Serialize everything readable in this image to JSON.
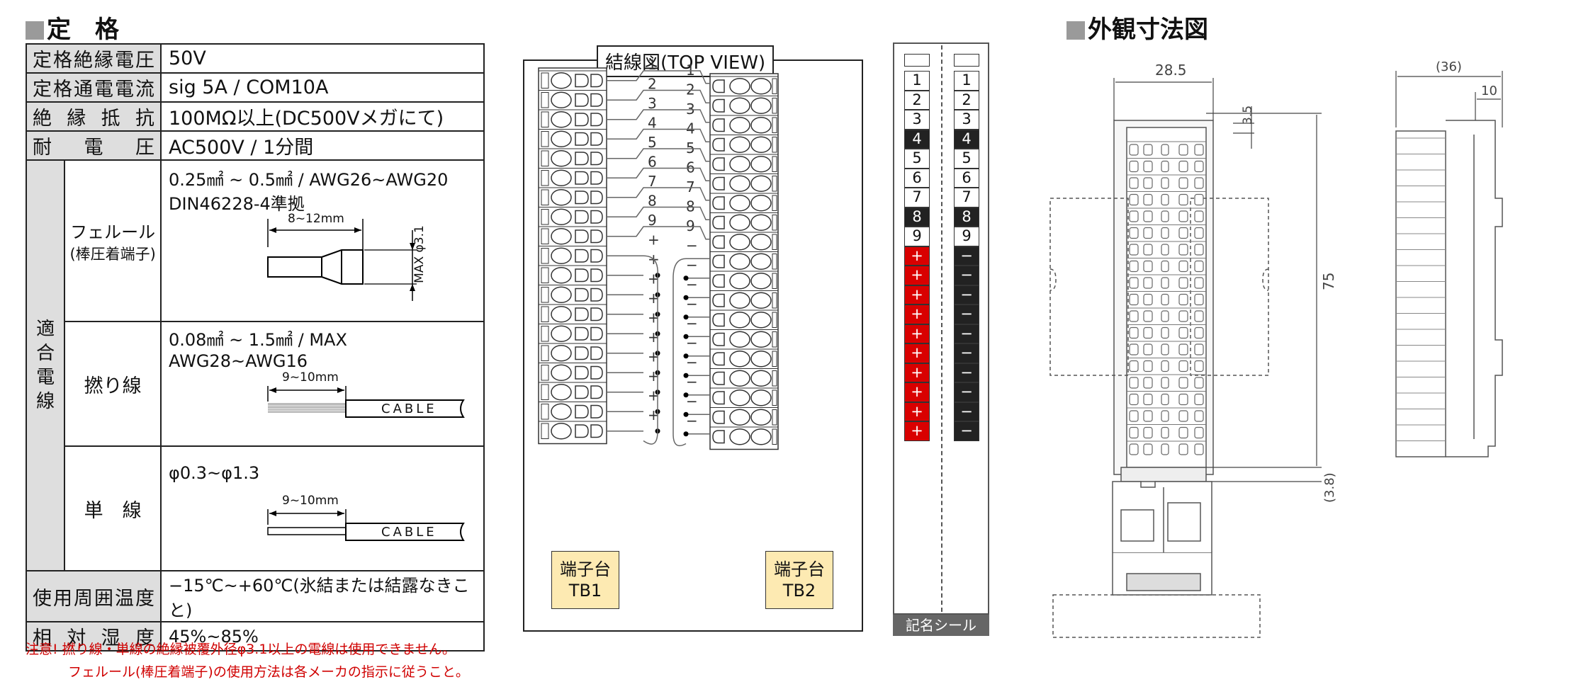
{
  "spec": {
    "title": "定　格",
    "rows": [
      {
        "label": "定格絶縁電圧",
        "value": "50V"
      },
      {
        "label": "定格通電電流",
        "value": "sig 5A / COM10A"
      },
      {
        "label": "絶縁抵抗",
        "value": "100MΩ以上(DC500Vメガにて)"
      },
      {
        "label": "耐電圧",
        "value": "AC500V / 1分間"
      }
    ],
    "wire_group": "適合電線",
    "ferrule": {
      "label": "フェルール",
      "sublabel": "(棒圧着端子)",
      "line1": "0.25㎟ ~ 0.5㎟ / AWG26~AWG20",
      "line2": "DIN46228-4準拠",
      "dim": "8~12mm",
      "max": "MAX φ3.1"
    },
    "stranded": {
      "label": "撚り線",
      "line1": "0.08㎟ ~ 1.5㎟ / MAX",
      "line2": "AWG28~AWG16",
      "dim": "9~10mm",
      "cable": "CABLE"
    },
    "solid": {
      "label": "単　線",
      "line1": "φ0.3~φ1.3",
      "dim": "9~10mm",
      "cable": "CABLE"
    },
    "temp": {
      "label": "使用周囲温度",
      "value": "−15℃~+60℃(氷結または結露なきこと)"
    },
    "humidity": {
      "label": "相対湿度",
      "value": "45%~85%"
    },
    "note1": "注意! 撚り線・単線の絶縁被覆外径φ3.1以上の電線は使用できません。",
    "note2": "フェルール(棒圧着端子)の使用方法は各メーカの指示に従うこと。"
  },
  "wiring": {
    "title": "結線図(TOP VIEW)",
    "tb1_labels": [
      "1",
      "2",
      "3",
      "4",
      "5",
      "6",
      "7",
      "8",
      "9",
      "+",
      "+",
      "+",
      "+",
      "+",
      "+",
      "+",
      "+",
      "+",
      "+"
    ],
    "tb2_labels": [
      "1",
      "2",
      "3",
      "4",
      "5",
      "6",
      "7",
      "8",
      "9",
      "−",
      "−",
      "−",
      "−",
      "−",
      "−",
      "−",
      "−",
      "−",
      "−"
    ],
    "tb1_line1": "端子台",
    "tb1_line2": "TB1",
    "tb2_line1": "端子台",
    "tb2_line2": "TB2"
  },
  "seal": {
    "caption": "記名シール",
    "left": [
      "1",
      "2",
      "3",
      "4",
      "5",
      "6",
      "7",
      "8",
      "9",
      "+",
      "+",
      "+",
      "+",
      "+",
      "+",
      "+",
      "+",
      "+",
      "+"
    ],
    "right": [
      "1",
      "2",
      "3",
      "4",
      "5",
      "6",
      "7",
      "8",
      "9",
      "−",
      "−",
      "−",
      "−",
      "−",
      "−",
      "−",
      "−",
      "−",
      "−"
    ],
    "dark_numbers": [
      "4",
      "8"
    ],
    "color_plus": "#d90000",
    "color_minus": "#222222"
  },
  "dims": {
    "title": "外観寸法図",
    "w": "28.5",
    "pitch": "3.5",
    "h": "75",
    "bottom": "(3.8)",
    "side_w": "(36)",
    "side_step": "10"
  }
}
